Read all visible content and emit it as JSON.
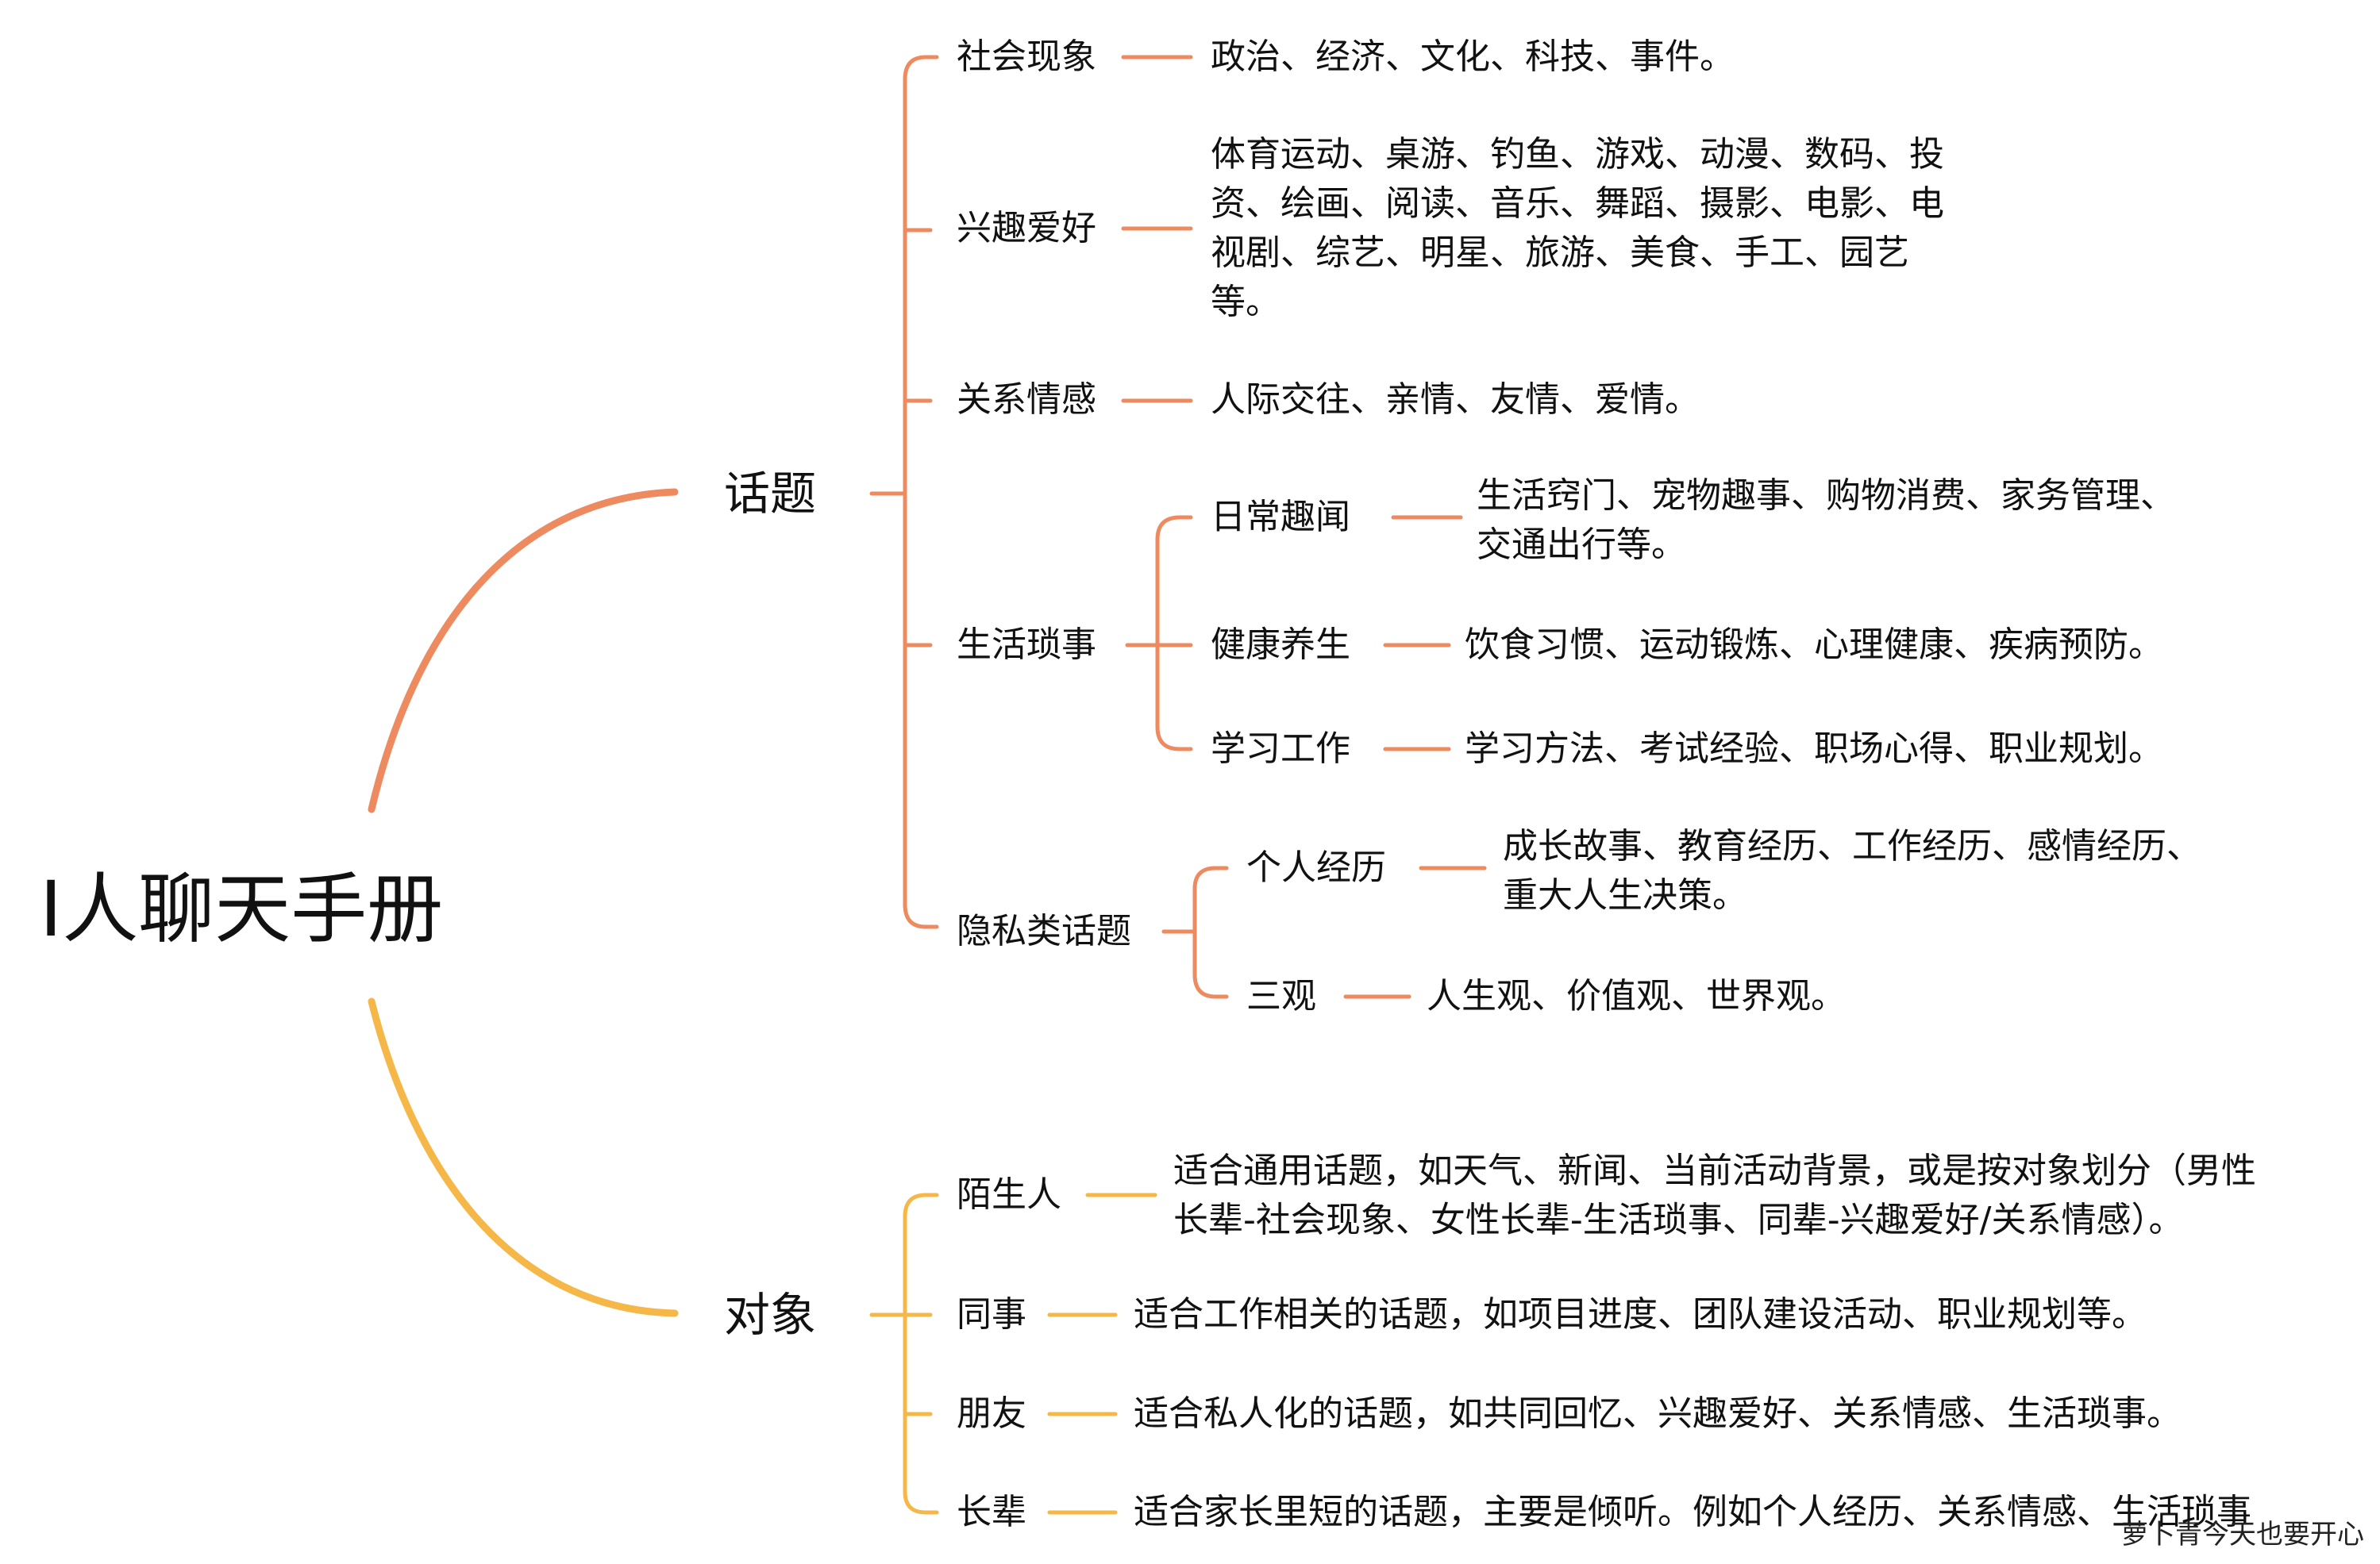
{
  "root": "I人聊天手册",
  "colors": {
    "topic": "#ee8a5f",
    "object": "#f5b748",
    "text": "#111111"
  },
  "topic": {
    "label": "话题",
    "social": {
      "label": "社会现象",
      "detail": "政治、经济、文化、科技、事件。"
    },
    "hobby": {
      "label": "兴趣爱好",
      "detail_lines": [
        "体育运动、桌游、钓鱼、游戏、动漫、数码、投",
        "资、绘画、阅读、音乐、舞蹈、摄影、电影、电",
        "视剧、综艺、明星、旅游、美食、手工、园艺",
        "等。"
      ]
    },
    "relation": {
      "label": "关系情感",
      "detail": "人际交往、亲情、友情、爱情。"
    },
    "life": {
      "label": "生活琐事",
      "daily": {
        "label": "日常趣闻",
        "detail_lines": [
          "生活窍门、宠物趣事、购物消费、家务管理、",
          "交通出行等。"
        ]
      },
      "health": {
        "label": "健康养生",
        "detail": "饮食习惯、运动锻炼、心理健康、疾病预防。"
      },
      "study": {
        "label": "学习工作",
        "detail": "学习方法、考试经验、职场心得、职业规划。"
      }
    },
    "privacy": {
      "label": "隐私类话题",
      "experience": {
        "label": "个人经历",
        "detail_lines": [
          "成长故事、教育经历、工作经历、感情经历、",
          "重大人生决策。"
        ]
      },
      "values": {
        "label": "三观",
        "detail": "人生观、价值观、世界观。"
      }
    }
  },
  "object": {
    "label": "对象",
    "stranger": {
      "label": "陌生人",
      "detail_lines": [
        "适合通用话题，如天气、新闻、当前活动背景，或是按对象划分（男性",
        "长辈-社会现象、女性长辈-生活琐事、同辈-兴趣爱好/关系情感）。"
      ]
    },
    "colleague": {
      "label": "同事",
      "detail": "适合工作相关的话题，如项目进度、团队建设活动、职业规划等。"
    },
    "friend": {
      "label": "朋友",
      "detail": "适合私人化的话题，如共同回忆、兴趣爱好、关系情感、生活琐事。"
    },
    "elder": {
      "label": "长辈",
      "detail": "适合家长里短的话题，主要是倾听。例如个人经历、关系情感、生活琐事"
    }
  },
  "watermark": "萝卜青今天也要开心"
}
